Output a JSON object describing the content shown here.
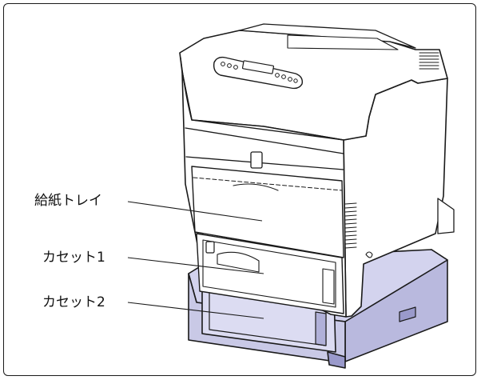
{
  "labels": {
    "paper_tray": "給紙トレイ",
    "cassette1": "カセット1",
    "cassette2": "カセット2"
  },
  "colors": {
    "stroke": "#1a1a1a",
    "body": "#ffffff",
    "cassette2_fill": "#c9c9e6",
    "leader": "#1a1a1a"
  }
}
